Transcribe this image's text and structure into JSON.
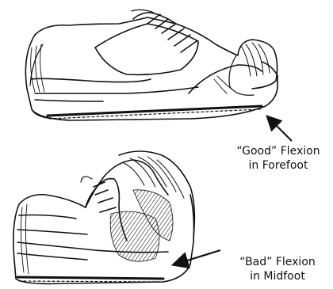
{
  "captions": {
    "good": {
      "line1": "“Good” Flexion",
      "line2": "in Forefoot"
    },
    "bad": {
      "line1": "“Bad” Flexion",
      "line2": "in Midfoot"
    }
  },
  "icons": {
    "top_shoe": "shoe-bending-at-forefoot-illustration",
    "bottom_shoe": "shoe-bending-at-midfoot-illustration",
    "arrows": "arrow-pointer"
  },
  "colors": {
    "ink": "#111111",
    "paper": "#ffffff"
  }
}
